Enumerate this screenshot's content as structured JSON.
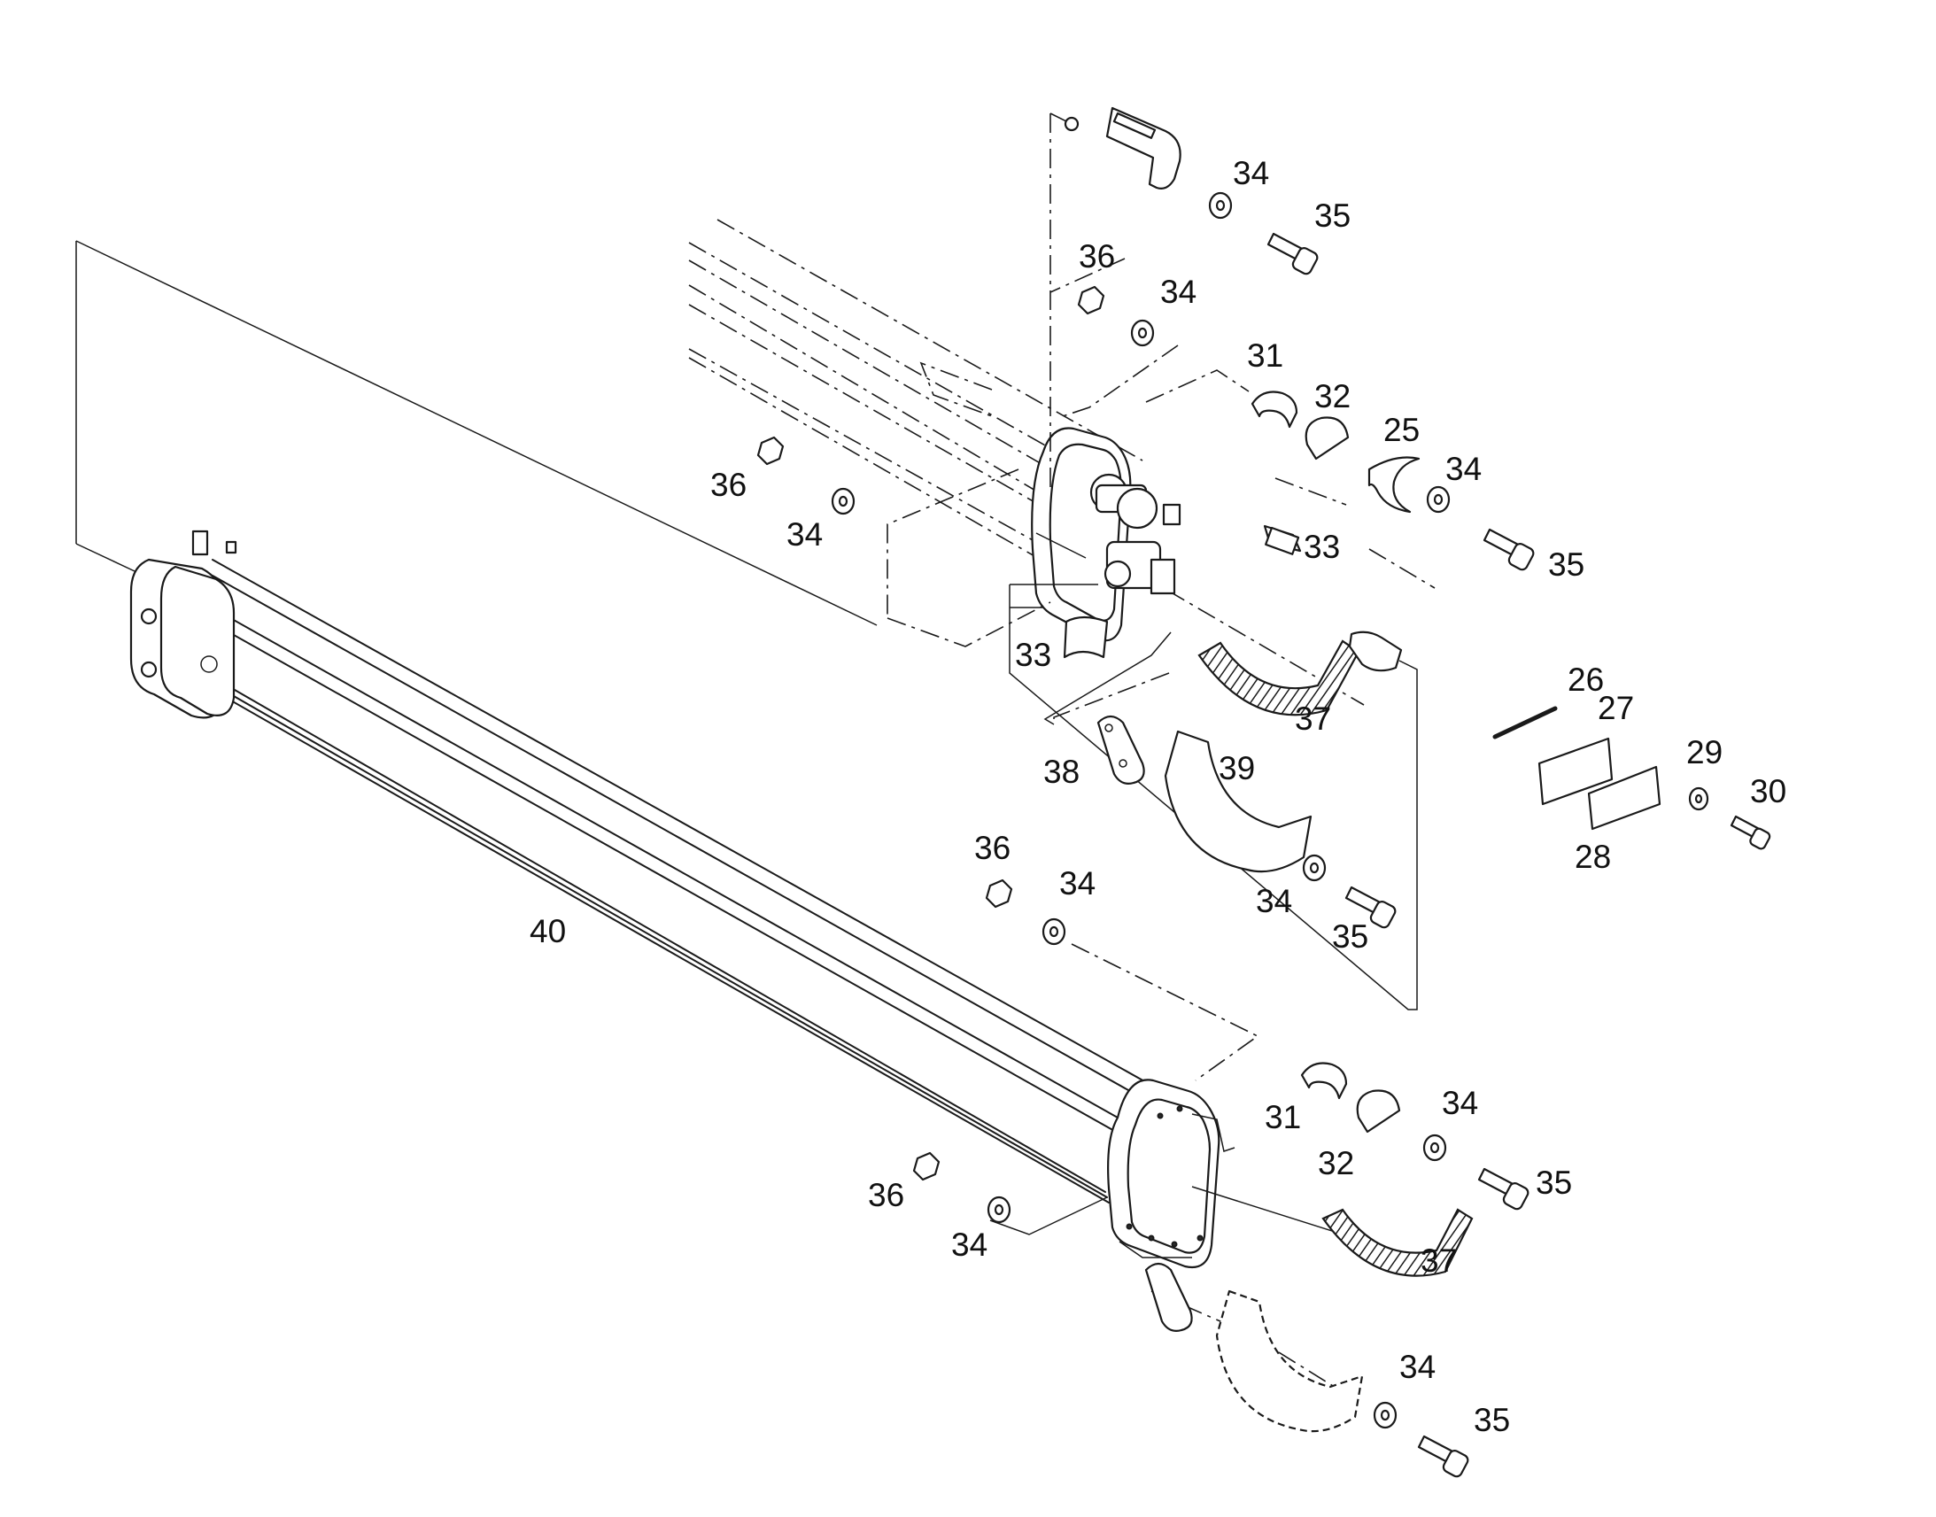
{
  "diagram": {
    "callouts": [
      {
        "id": "c1",
        "text": "34"
      },
      {
        "id": "c2",
        "text": "35"
      },
      {
        "id": "c3",
        "text": "36"
      },
      {
        "id": "c4",
        "text": "34"
      },
      {
        "id": "c5",
        "text": "31"
      },
      {
        "id": "c6",
        "text": "32"
      },
      {
        "id": "c7",
        "text": "25"
      },
      {
        "id": "c8",
        "text": "34"
      },
      {
        "id": "c9",
        "text": "36"
      },
      {
        "id": "c10",
        "text": "34"
      },
      {
        "id": "c11",
        "text": "33"
      },
      {
        "id": "c12",
        "text": "35"
      },
      {
        "id": "c13",
        "text": "33"
      },
      {
        "id": "c14",
        "text": "37"
      },
      {
        "id": "c15",
        "text": "26"
      },
      {
        "id": "c16",
        "text": "27"
      },
      {
        "id": "c17",
        "text": "38"
      },
      {
        "id": "c18",
        "text": "39"
      },
      {
        "id": "c19",
        "text": "29"
      },
      {
        "id": "c20",
        "text": "30"
      },
      {
        "id": "c21",
        "text": "28"
      },
      {
        "id": "c22",
        "text": "36"
      },
      {
        "id": "c23",
        "text": "34"
      },
      {
        "id": "c24",
        "text": "40"
      },
      {
        "id": "c25",
        "text": "34"
      },
      {
        "id": "c26",
        "text": "35"
      },
      {
        "id": "c27",
        "text": "34"
      },
      {
        "id": "c28",
        "text": "31"
      },
      {
        "id": "c29",
        "text": "35"
      },
      {
        "id": "c30",
        "text": "32"
      },
      {
        "id": "c31",
        "text": "36"
      },
      {
        "id": "c32",
        "text": "37"
      },
      {
        "id": "c33",
        "text": "34"
      },
      {
        "id": "c34",
        "text": "34"
      },
      {
        "id": "c35",
        "text": "35"
      }
    ]
  }
}
